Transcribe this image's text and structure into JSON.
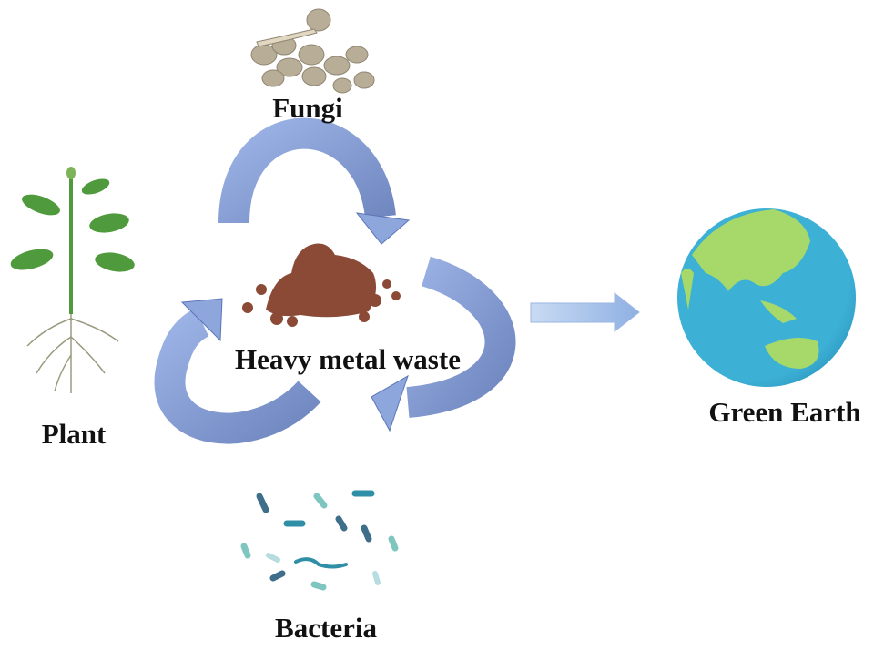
{
  "labels": {
    "fungi": "Fungi",
    "plant": "Plant",
    "center": "Heavy metal waste",
    "bacteria": "Bacteria",
    "earth": "Green Earth"
  },
  "colors": {
    "cycle_arrow": "#8da6dc",
    "cycle_arrow_dark": "#6f86bf",
    "result_arrow": "#a9c4ec",
    "soil": "#8b4a36",
    "ocean": "#3db0d6",
    "land": "#a6d96a",
    "plant": "#4f9a3c",
    "fungi": "#b8ae97",
    "bacteria": "#5aa3b0"
  }
}
